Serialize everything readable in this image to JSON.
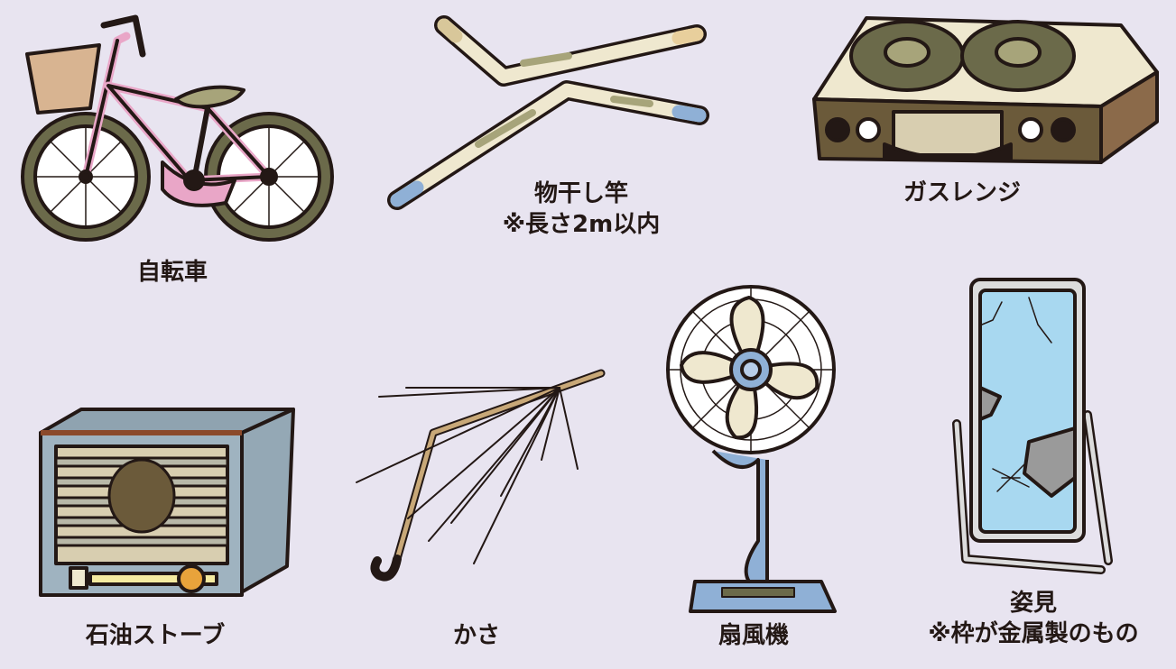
{
  "items": {
    "bicycle": {
      "name": "自転車"
    },
    "pole": {
      "name": "物干し竿",
      "note": "※長さ2m以内"
    },
    "gas_stove": {
      "name": "ガスレンジ"
    },
    "kerosene_heater": {
      "name": "石油ストーブ"
    },
    "umbrella": {
      "name": "かさ"
    },
    "fan": {
      "name": "扇風機"
    },
    "mirror": {
      "name": "姿見",
      "note": "※枠が金属製のもの"
    }
  },
  "colors": {
    "background": "#e8e4f0",
    "outline": "#231815",
    "rust": "#8b4a2b",
    "pink": "#e9a6c7",
    "blue": "#8fb0d6",
    "cream": "#efe8cf",
    "grime": "#a7a47a"
  }
}
